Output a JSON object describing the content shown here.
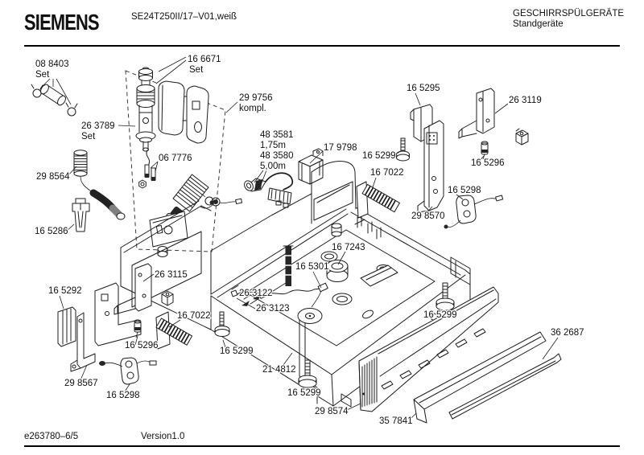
{
  "header": {
    "brand": "SIEMENS",
    "model": "SE24T250II/17–V01,weiß",
    "category_line1": "GESCHIRRSPÜLGERÄTE",
    "category_line2": "Standgeräte"
  },
  "footer": {
    "document_code": "e263780–6/5",
    "version": "Version1.0"
  },
  "diagram": {
    "labels": [
      {
        "text": "08 8403"
      },
      {
        "text": "Set"
      },
      {
        "text": "16 6671"
      },
      {
        "text": "Set"
      },
      {
        "text": "29 9756"
      },
      {
        "text": "kompl."
      },
      {
        "text": "26 3789"
      },
      {
        "text": "Set"
      },
      {
        "text": "06 7776"
      },
      {
        "text": "48 3581"
      },
      {
        "text": "1,75m"
      },
      {
        "text": "48 3580"
      },
      {
        "text": "5,00m"
      },
      {
        "text": "17 9798"
      },
      {
        "text": "16 5295"
      },
      {
        "text": "26 3119"
      },
      {
        "text": "16 5299"
      },
      {
        "text": "16 5296"
      },
      {
        "text": "16 7022"
      },
      {
        "text": "16 5298"
      },
      {
        "text": "29 8570"
      },
      {
        "text": "29 8564"
      },
      {
        "text": "16 5286"
      },
      {
        "text": "16 7243"
      },
      {
        "text": "16 5301"
      },
      {
        "text": "26 3115"
      },
      {
        "text": "16 5292"
      },
      {
        "text": "26 3122"
      },
      {
        "text": "26 3123"
      },
      {
        "text": "16 7022"
      },
      {
        "text": "16 5296"
      },
      {
        "text": "16 5299"
      },
      {
        "text": "16 5299"
      },
      {
        "text": "29 8567"
      },
      {
        "text": "16 5298"
      },
      {
        "text": "21 4812"
      },
      {
        "text": "16 5299"
      },
      {
        "text": "29 8574"
      },
      {
        "text": "35 7841"
      },
      {
        "text": "36 2687"
      }
    ]
  }
}
